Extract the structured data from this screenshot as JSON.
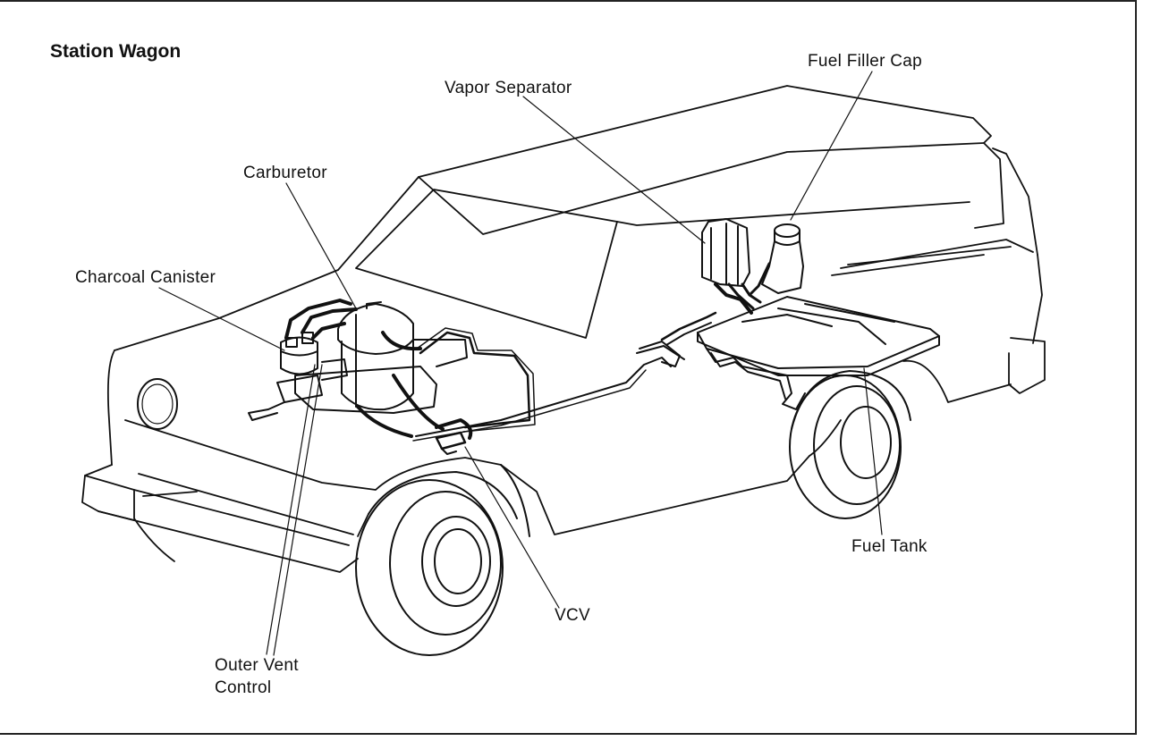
{
  "title": "Station Wagon",
  "labels": {
    "fuel_filler_cap": "Fuel Filler Cap",
    "vapor_separator": "Vapor Separator",
    "carburetor": "Carburetor",
    "charcoal_canister": "Charcoal Canister",
    "fuel_tank": "Fuel Tank",
    "vcv": "VCV",
    "outer_vent_control_line1": "Outer Vent",
    "outer_vent_control_line2": "Control"
  },
  "colors": {
    "line": "#111111",
    "background": "#ffffff"
  }
}
